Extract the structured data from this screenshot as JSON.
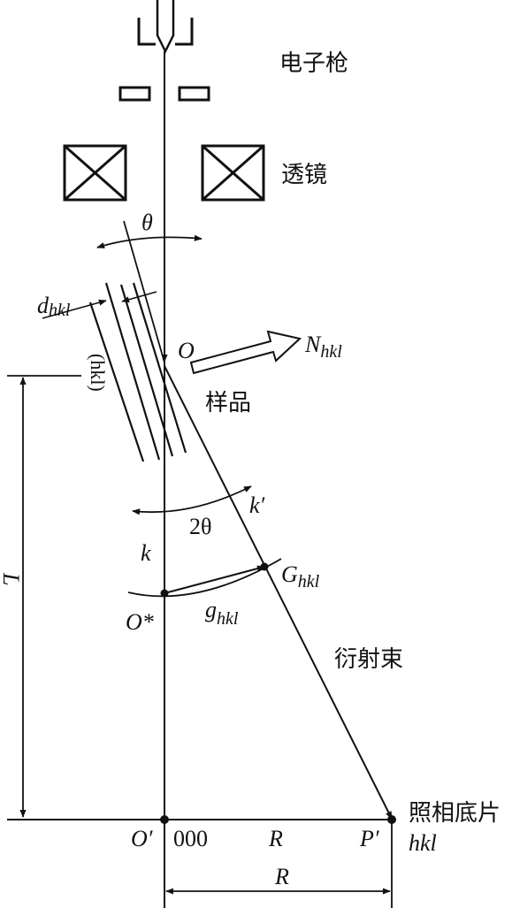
{
  "labels": {
    "electron_gun": "电子枪",
    "lens": "透镜",
    "sample": "样品",
    "diffracted_beam": "衍射束",
    "photo_plate": "照相底片",
    "theta": "θ",
    "two_theta": "2θ",
    "d_main": "d",
    "d_sub": "hkl",
    "plane": "(hkl)",
    "origin_o": "O",
    "normal_main": "N",
    "normal_sub": "hkl",
    "k_prime": "k′",
    "k": "k",
    "g_point_main": "G",
    "g_point_sub": "hkl",
    "o_star": "O*",
    "g_vector_main": "g",
    "g_vector_sub": "hkl",
    "L": "L",
    "o_prime": "O′",
    "index_000": "000",
    "R_upper": "R",
    "P_prime": "P′",
    "hkl_spot": "hkl",
    "R_lower": "R"
  }
}
